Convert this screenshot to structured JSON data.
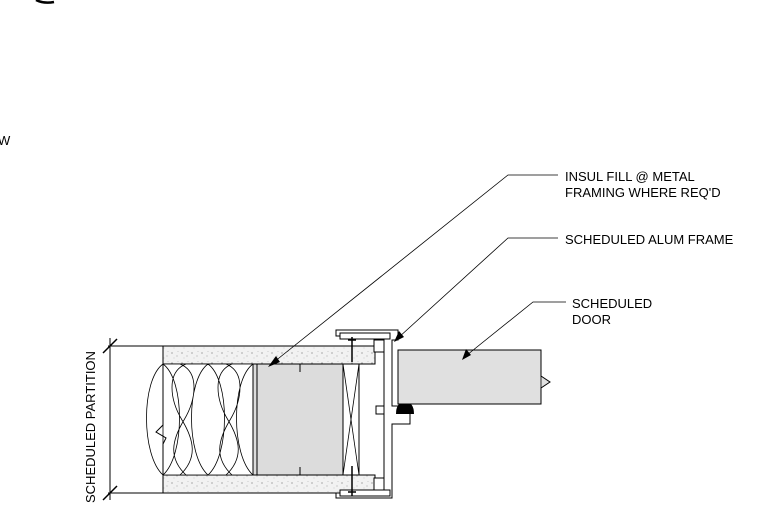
{
  "notes": {
    "insul_line1": "INSUL FILL @ METAL",
    "insul_line2": "FRAMING WHERE REQ'D",
    "alum_frame": "SCHEDULED ALUM FRAME",
    "door_line1": "SCHEDULED",
    "door_line2": "DOOR",
    "partition": "SCHEDULED PARTITION",
    "edge_fragment": "W"
  }
}
